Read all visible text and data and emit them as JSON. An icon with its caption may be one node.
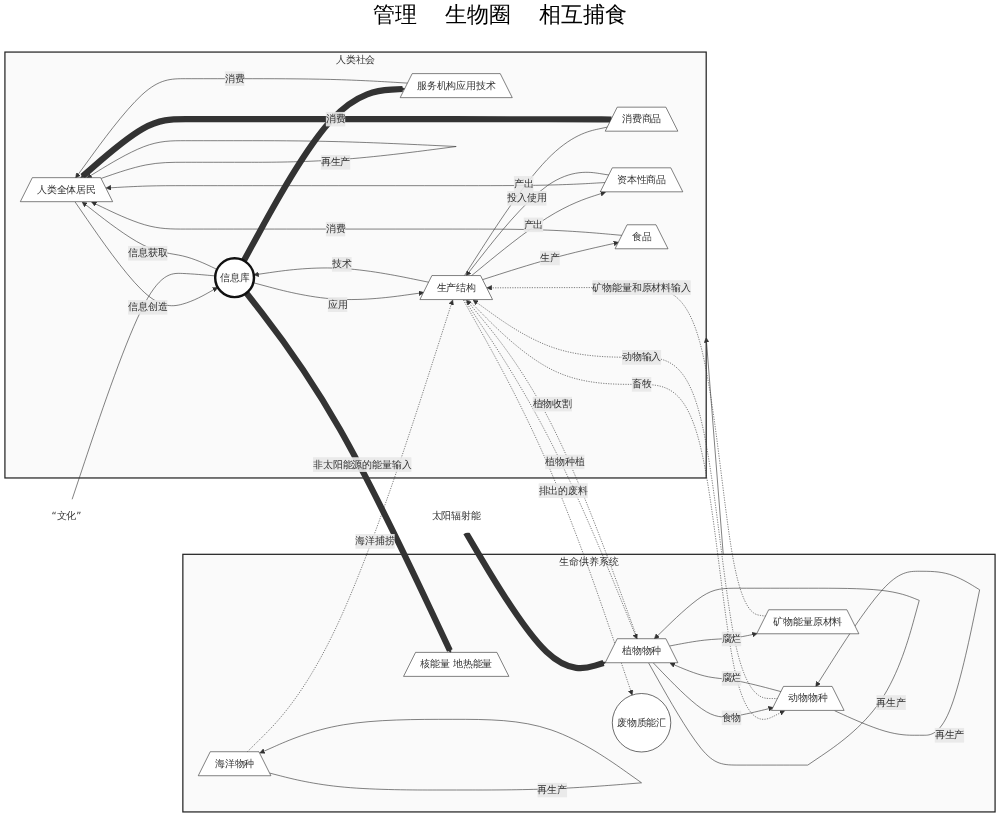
{
  "diagram": {
    "nodes": [
      {
        "text": [
          "人类社会"
        ]
      },
      {
        "text": [
          "人类全体居民"
        ],
        "in": 0
      },
      {
        "text": [
          "消费商品"
        ],
        "in": 0
      },
      {
        "text": [
          "信息库"
        ],
        "in": 0
      },
      {
        "text": [
          "服务机构应用技术"
        ],
        "in": 0
      },
      {
        "text": [
          "资本性商品"
        ],
        "in": 0
      },
      {
        "text": [
          "生产结构"
        ],
        "in": 0
      },
      {
        "text": [
          "食品"
        ],
        "in": 0
      },
      {
        "text": [
          "生命供养系统"
        ]
      },
      {
        "text": [
          "动物物种"
        ],
        "in": 8
      },
      {
        "text": [
          "植物物种"
        ],
        "in": 8
      },
      {
        "text": [
          "废物质能汇"
        ],
        "in": 8
      },
      {
        "text": [
          "核能量 地热能量"
        ],
        "in": 8
      },
      {
        "text": [
          "海洋物种"
        ],
        "in": 8
      },
      {
        "text": [
          "矿物能量原材料"
        ],
        "in": 8
      },
      {
        "text": [
          "太阳辐射能"
        ]
      },
      {
        "text": [
          "“文化”"
        ]
      }
    ],
    "edges": [
      {
        "from": 1,
        "to": 1,
        "label": "再生产",
        "arrow": "to"
      },
      {
        "from": 2,
        "to": 1,
        "label": "消费",
        "arrow": "to",
        "style": "thick"
      },
      {
        "from": 1,
        "to": 3,
        "label": "信息创造",
        "arrow": "to"
      },
      {
        "from": 3,
        "to": 1,
        "label": "信息获取",
        "arrow": "to"
      },
      {
        "from": 4,
        "to": 1,
        "label": "消费",
        "arrow": "to"
      },
      {
        "from": 7,
        "to": 1,
        "label": "消费",
        "arrow": "to"
      },
      {
        "from": 5,
        "to": 1,
        "arrow": "to"
      },
      {
        "from": 6,
        "to": 2,
        "label": "产出",
        "arrow": "none"
      },
      {
        "from": 6,
        "to": 5,
        "label": "产出",
        "arrow": "to"
      },
      {
        "from": 5,
        "to": 6,
        "label": "投入使用",
        "arrow": "to"
      },
      {
        "from": 3,
        "to": 6,
        "label": "应用",
        "arrow": "to"
      },
      {
        "from": 6,
        "to": 3,
        "label": "技术",
        "arrow": "to"
      },
      {
        "from": 6,
        "to": 7,
        "label": "生产",
        "arrow": "to"
      },
      {
        "from": 3,
        "to": 4,
        "arrow": "to",
        "style": "thick"
      },
      {
        "from": 16,
        "to": 3,
        "arrow": "none"
      },
      {
        "from": 3,
        "to": 12,
        "label": "非太阳能源的能量输入",
        "arrow": "to",
        "style": "thick"
      },
      {
        "from": 6,
        "to": 10,
        "label": "植物种植",
        "arrow": "to",
        "style": "dashed"
      },
      {
        "from": 10,
        "to": 6,
        "label": "植物收割",
        "arrow": "to",
        "style": "dashed"
      },
      {
        "from": 6,
        "to": 9,
        "label": "畜牧",
        "arrow": "to",
        "style": "dashed"
      },
      {
        "from": 9,
        "to": 6,
        "label": "动物输入",
        "arrow": "to",
        "style": "dashed"
      },
      {
        "from": 14,
        "to": 6,
        "label": "矿物能量和原材料输入",
        "arrow": "to",
        "style": "dashed"
      },
      {
        "from": 6,
        "to": 11,
        "label": "排出的废料",
        "arrow": "to",
        "style": "dashed"
      },
      {
        "from": 13,
        "to": 6,
        "label": "海洋捕捞",
        "arrow": "to",
        "style": "dashed"
      },
      {
        "from": 8,
        "to": 0,
        "arrow": "to"
      },
      {
        "from": 15,
        "to": 10,
        "arrow": "to",
        "style": "thick"
      },
      {
        "from": 9,
        "to": 9,
        "label": "再生产",
        "arrow": "to"
      },
      {
        "from": 10,
        "to": 10,
        "label": "再生产",
        "arrow": "to"
      },
      {
        "from": 13,
        "to": 13,
        "label": "再生产",
        "arrow": "to"
      },
      {
        "from": 10,
        "to": 9,
        "label": "食物",
        "arrow": "to"
      },
      {
        "from": 9,
        "to": 10,
        "label": "腐烂",
        "arrow": "to"
      },
      {
        "from": 10,
        "to": 14,
        "label": "腐烂",
        "arrow": "to"
      }
    ],
    "labels": [
      "管理",
      "生物圈",
      "相互捕食"
    ]
  }
}
